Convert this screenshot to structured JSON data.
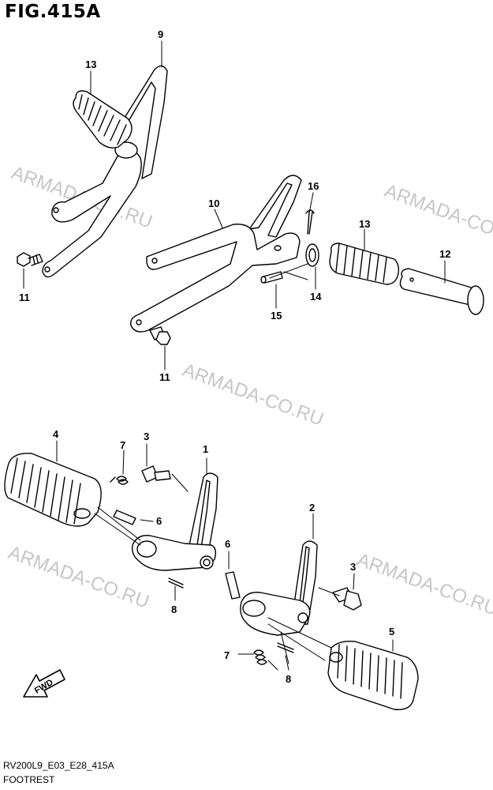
{
  "figure": {
    "title": "FIG.415A",
    "code": "RV200L9_E03_E28_415A",
    "caption": "FOOTREST",
    "fwd_label": "FWD"
  },
  "watermarks": [
    "ARMADA-CO.RU",
    "ARMADA-CO.RU",
    "ARMADA-CO.RU",
    "ARMADA-CO.RU",
    "ARMADA-CO.RU"
  ],
  "callouts": [
    "9",
    "13",
    "11",
    "10",
    "16",
    "13",
    "12",
    "14",
    "15",
    "11",
    "4",
    "7",
    "3",
    "1",
    "6",
    "2",
    "6",
    "3",
    "8",
    "5",
    "7",
    "8"
  ]
}
